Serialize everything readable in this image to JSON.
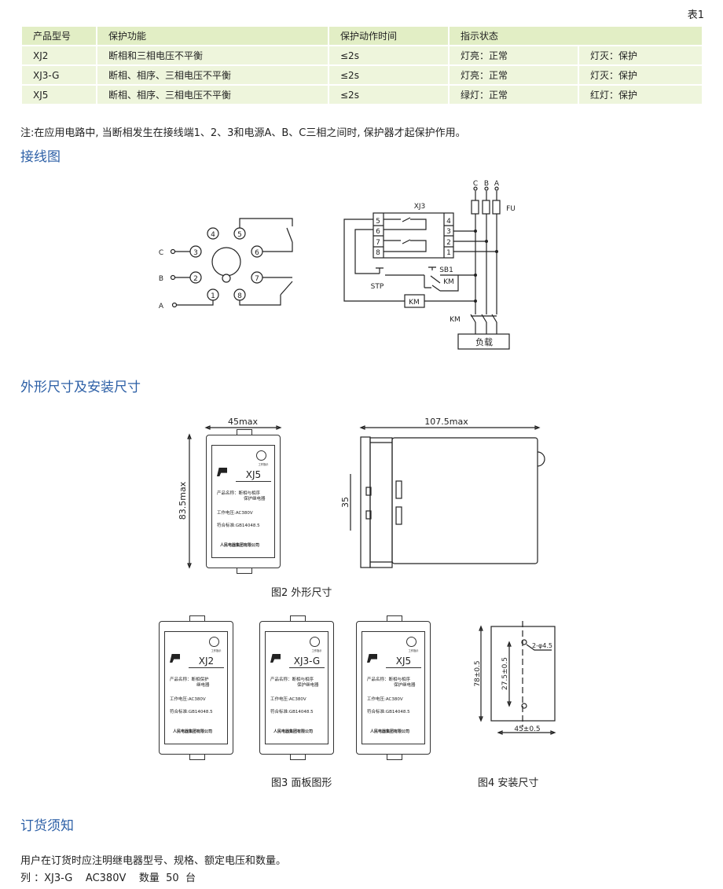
{
  "table_label": "表1",
  "table": {
    "headers": [
      "产品型号",
      "保护功能",
      "保护动作时间",
      "指示状态"
    ],
    "rows": [
      [
        "XJ2",
        "断相和三相电压不平衡",
        "≤2s",
        "灯亮：正常",
        "灯灭：保护"
      ],
      [
        "XJ3-G",
        "断相、相序、三相电压不平衡",
        "≤2s",
        "灯亮：正常",
        "灯灭：保护"
      ],
      [
        "XJ5",
        "断相、相序、三相电压不平衡",
        "≤2s",
        "绿灯：正常",
        "红灯：保护"
      ]
    ]
  },
  "note": "注:在应用电路中, 当断相发生在接线端1、2、3和电源A、B、C三相之间时, 保护器才起保护作用。",
  "wiring": {
    "heading": "接线图",
    "socket_labels": {
      "c": "C",
      "b": "B",
      "a": "A"
    },
    "pins": [
      "1",
      "2",
      "3",
      "4",
      "5",
      "6",
      "7",
      "8"
    ],
    "circuit": {
      "title": "XJ3",
      "c": "C",
      "b": "B",
      "a": "A",
      "fu": "FU",
      "sb1": "SB1",
      "stp": "STP",
      "km": "KM",
      "load": "负载",
      "left_pins": [
        "5",
        "6",
        "7",
        "8"
      ],
      "right_pins": [
        "4",
        "3",
        "2",
        "1"
      ]
    }
  },
  "dimensions": {
    "heading": "外形尺寸及安装尺寸",
    "width": "45max",
    "height": "83.5max",
    "depth": "107.5max",
    "rail": "35",
    "fig2": "图2 外形尺寸",
    "fig3": "图3 面板图形",
    "fig4": "图4 安装尺寸",
    "mount": {
      "h": "78±0.5",
      "hole": "27.5±0.5",
      "w": "45±0.5",
      "holes": "2-φ4.5"
    }
  },
  "panel": {
    "led": "工作指示",
    "name_label": "产品名称：",
    "voltage": "工作电压:AC380V",
    "standard": "符合标准:GB14048.5",
    "maker": "人民电器集团有限公司",
    "panels": [
      {
        "model": "XJ5",
        "name": [
          "断相与相序",
          "保护继电器"
        ]
      },
      {
        "model": "XJ2",
        "name": [
          "断相保护",
          "继电器"
        ]
      },
      {
        "model": "XJ3-G",
        "name": [
          "断相与相序",
          "保护继电器"
        ]
      },
      {
        "model": "XJ5",
        "name": [
          "断相与相序",
          "保护继电器"
        ]
      }
    ]
  },
  "order": {
    "heading": "订货须知",
    "text": "用户在订货时应注明继电器型号、规格、额定电压和数量。",
    "example": "列 ：XJ3-G    AC380V    数量  50  台"
  }
}
